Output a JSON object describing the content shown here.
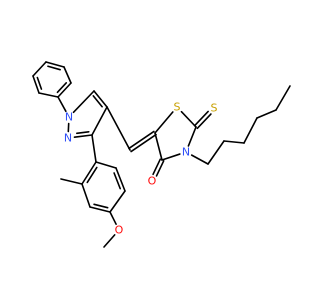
{
  "colors": {
    "carbon_bond": "#000000",
    "nitrogen": "#3050F8",
    "oxygen": "#FF0D0D",
    "sulfur": "#C8A000",
    "background": "#FFFFFF"
  },
  "atoms": {
    "n1": "N",
    "n2": "N",
    "n3": "N",
    "s1": "S",
    "s2": "S",
    "o1": "O",
    "o2": "O"
  }
}
